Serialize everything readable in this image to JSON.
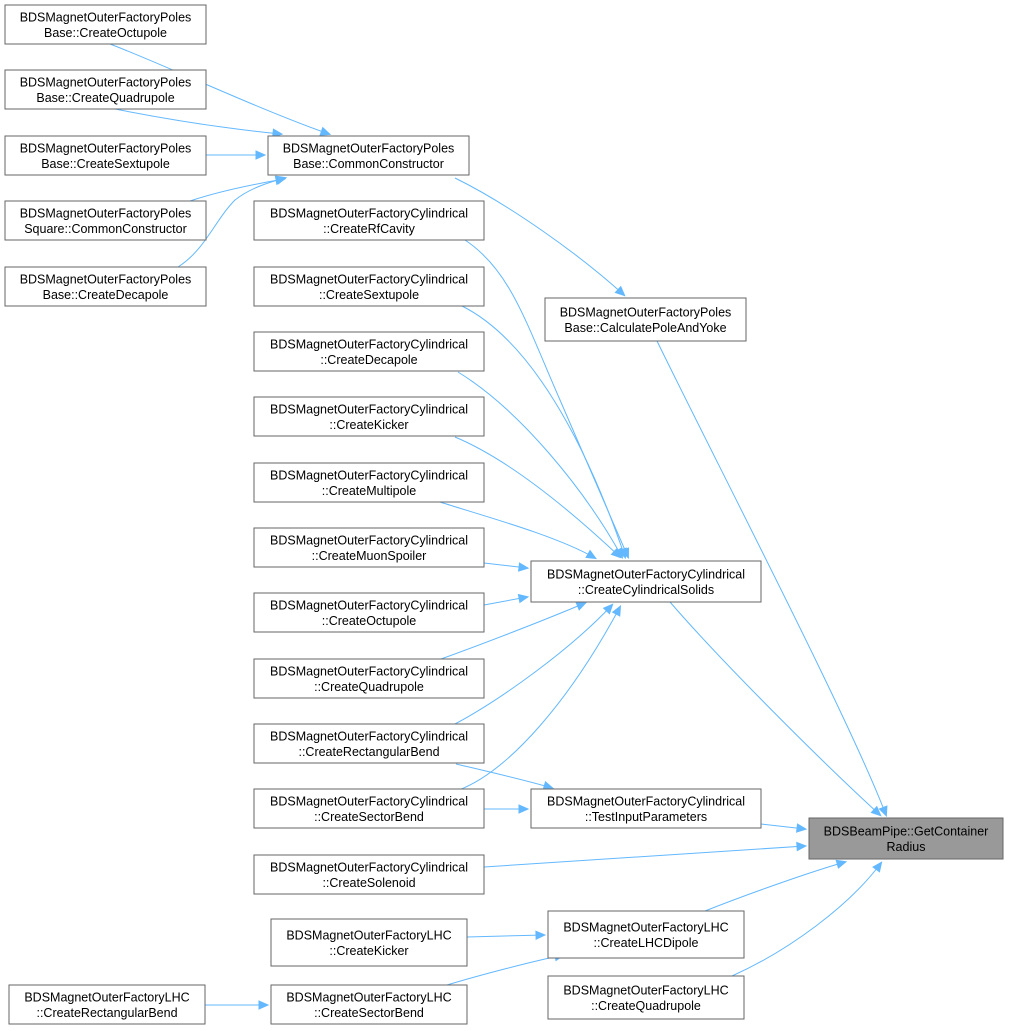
{
  "graph": {
    "target": "BDSBeamPipe::GetContainerRadius",
    "nodes": {
      "oct": [
        "BDSMagnetOuterFactoryPoles",
        "Base::CreateOctupole"
      ],
      "quad": [
        "BDSMagnetOuterFactoryPoles",
        "Base::CreateQuadrupole"
      ],
      "sext": [
        "BDSMagnetOuterFactoryPoles",
        "Base::CreateSextupole"
      ],
      "sqcc": [
        "BDSMagnetOuterFactoryPoles",
        "Square::CommonConstructor"
      ],
      "deca": [
        "BDSMagnetOuterFactoryPoles",
        "Base::CreateDecapole"
      ],
      "common": [
        "BDSMagnetOuterFactoryPoles",
        "Base::CommonConstructor"
      ],
      "calc": [
        "BDSMagnetOuterFactoryPoles",
        "Base::CalculatePoleAndYoke"
      ],
      "c_rf": [
        "BDSMagnetOuterFactoryCylindrical",
        "::CreateRfCavity"
      ],
      "c_sext": [
        "BDSMagnetOuterFactoryCylindrical",
        "::CreateSextupole"
      ],
      "c_deca": [
        "BDSMagnetOuterFactoryCylindrical",
        "::CreateDecapole"
      ],
      "c_kick": [
        "BDSMagnetOuterFactoryCylindrical",
        "::CreateKicker"
      ],
      "c_multi": [
        "BDSMagnetOuterFactoryCylindrical",
        "::CreateMultipole"
      ],
      "c_muon": [
        "BDSMagnetOuterFactoryCylindrical",
        "::CreateMuonSpoiler"
      ],
      "c_oct": [
        "BDSMagnetOuterFactoryCylindrical",
        "::CreateOctupole"
      ],
      "c_quad": [
        "BDSMagnetOuterFactoryCylindrical",
        "::CreateQuadrupole"
      ],
      "c_rect": [
        "BDSMagnetOuterFactoryCylindrical",
        "::CreateRectangularBend"
      ],
      "c_sector": [
        "BDSMagnetOuterFactoryCylindrical",
        "::CreateSectorBend"
      ],
      "c_sol": [
        "BDSMagnetOuterFactoryCylindrical",
        "::CreateSolenoid"
      ],
      "cylsolids": [
        "BDSMagnetOuterFactoryCylindrical",
        "::CreateCylindricalSolids"
      ],
      "testinput": [
        "BDSMagnetOuterFactoryCylindrical",
        "::TestInputParameters"
      ],
      "target": [
        "BDSBeamPipe::GetContainer",
        "Radius"
      ],
      "lhc_kick": [
        "BDSMagnetOuterFactoryLHC",
        "::CreateKicker"
      ],
      "lhc_dipole": [
        "BDSMagnetOuterFactoryLHC",
        "::CreateLHCDipole"
      ],
      "lhc_rect": [
        "BDSMagnetOuterFactoryLHC",
        "::CreateRectangularBend"
      ],
      "lhc_sector": [
        "BDSMagnetOuterFactoryLHC",
        "::CreateSectorBend"
      ],
      "lhc_quad": [
        "BDSMagnetOuterFactoryLHC",
        "::CreateQuadrupole"
      ]
    },
    "edges": [
      [
        "oct",
        "common"
      ],
      [
        "quad",
        "common"
      ],
      [
        "sext",
        "common"
      ],
      [
        "sqcc",
        "common"
      ],
      [
        "deca",
        "common"
      ],
      [
        "common",
        "calc"
      ],
      [
        "calc",
        "target"
      ],
      [
        "c_rf",
        "cylsolids"
      ],
      [
        "c_sext",
        "cylsolids"
      ],
      [
        "c_deca",
        "cylsolids"
      ],
      [
        "c_kick",
        "cylsolids"
      ],
      [
        "c_multi",
        "cylsolids"
      ],
      [
        "c_muon",
        "cylsolids"
      ],
      [
        "c_oct",
        "cylsolids"
      ],
      [
        "c_quad",
        "cylsolids"
      ],
      [
        "c_rect",
        "cylsolids"
      ],
      [
        "c_sector",
        "cylsolids"
      ],
      [
        "c_sol",
        "target"
      ],
      [
        "cylsolids",
        "target"
      ],
      [
        "c_rect",
        "testinput"
      ],
      [
        "c_sector",
        "testinput"
      ],
      [
        "testinput",
        "target"
      ],
      [
        "lhc_kick",
        "lhc_dipole"
      ],
      [
        "lhc_sector",
        "lhc_dipole"
      ],
      [
        "lhc_rect",
        "lhc_sector"
      ],
      [
        "lhc_dipole",
        "target"
      ],
      [
        "lhc_quad",
        "target"
      ]
    ],
    "colors": {
      "edge": "#63b8ff",
      "node_border": "#666666",
      "target_fill": "#999999"
    }
  }
}
